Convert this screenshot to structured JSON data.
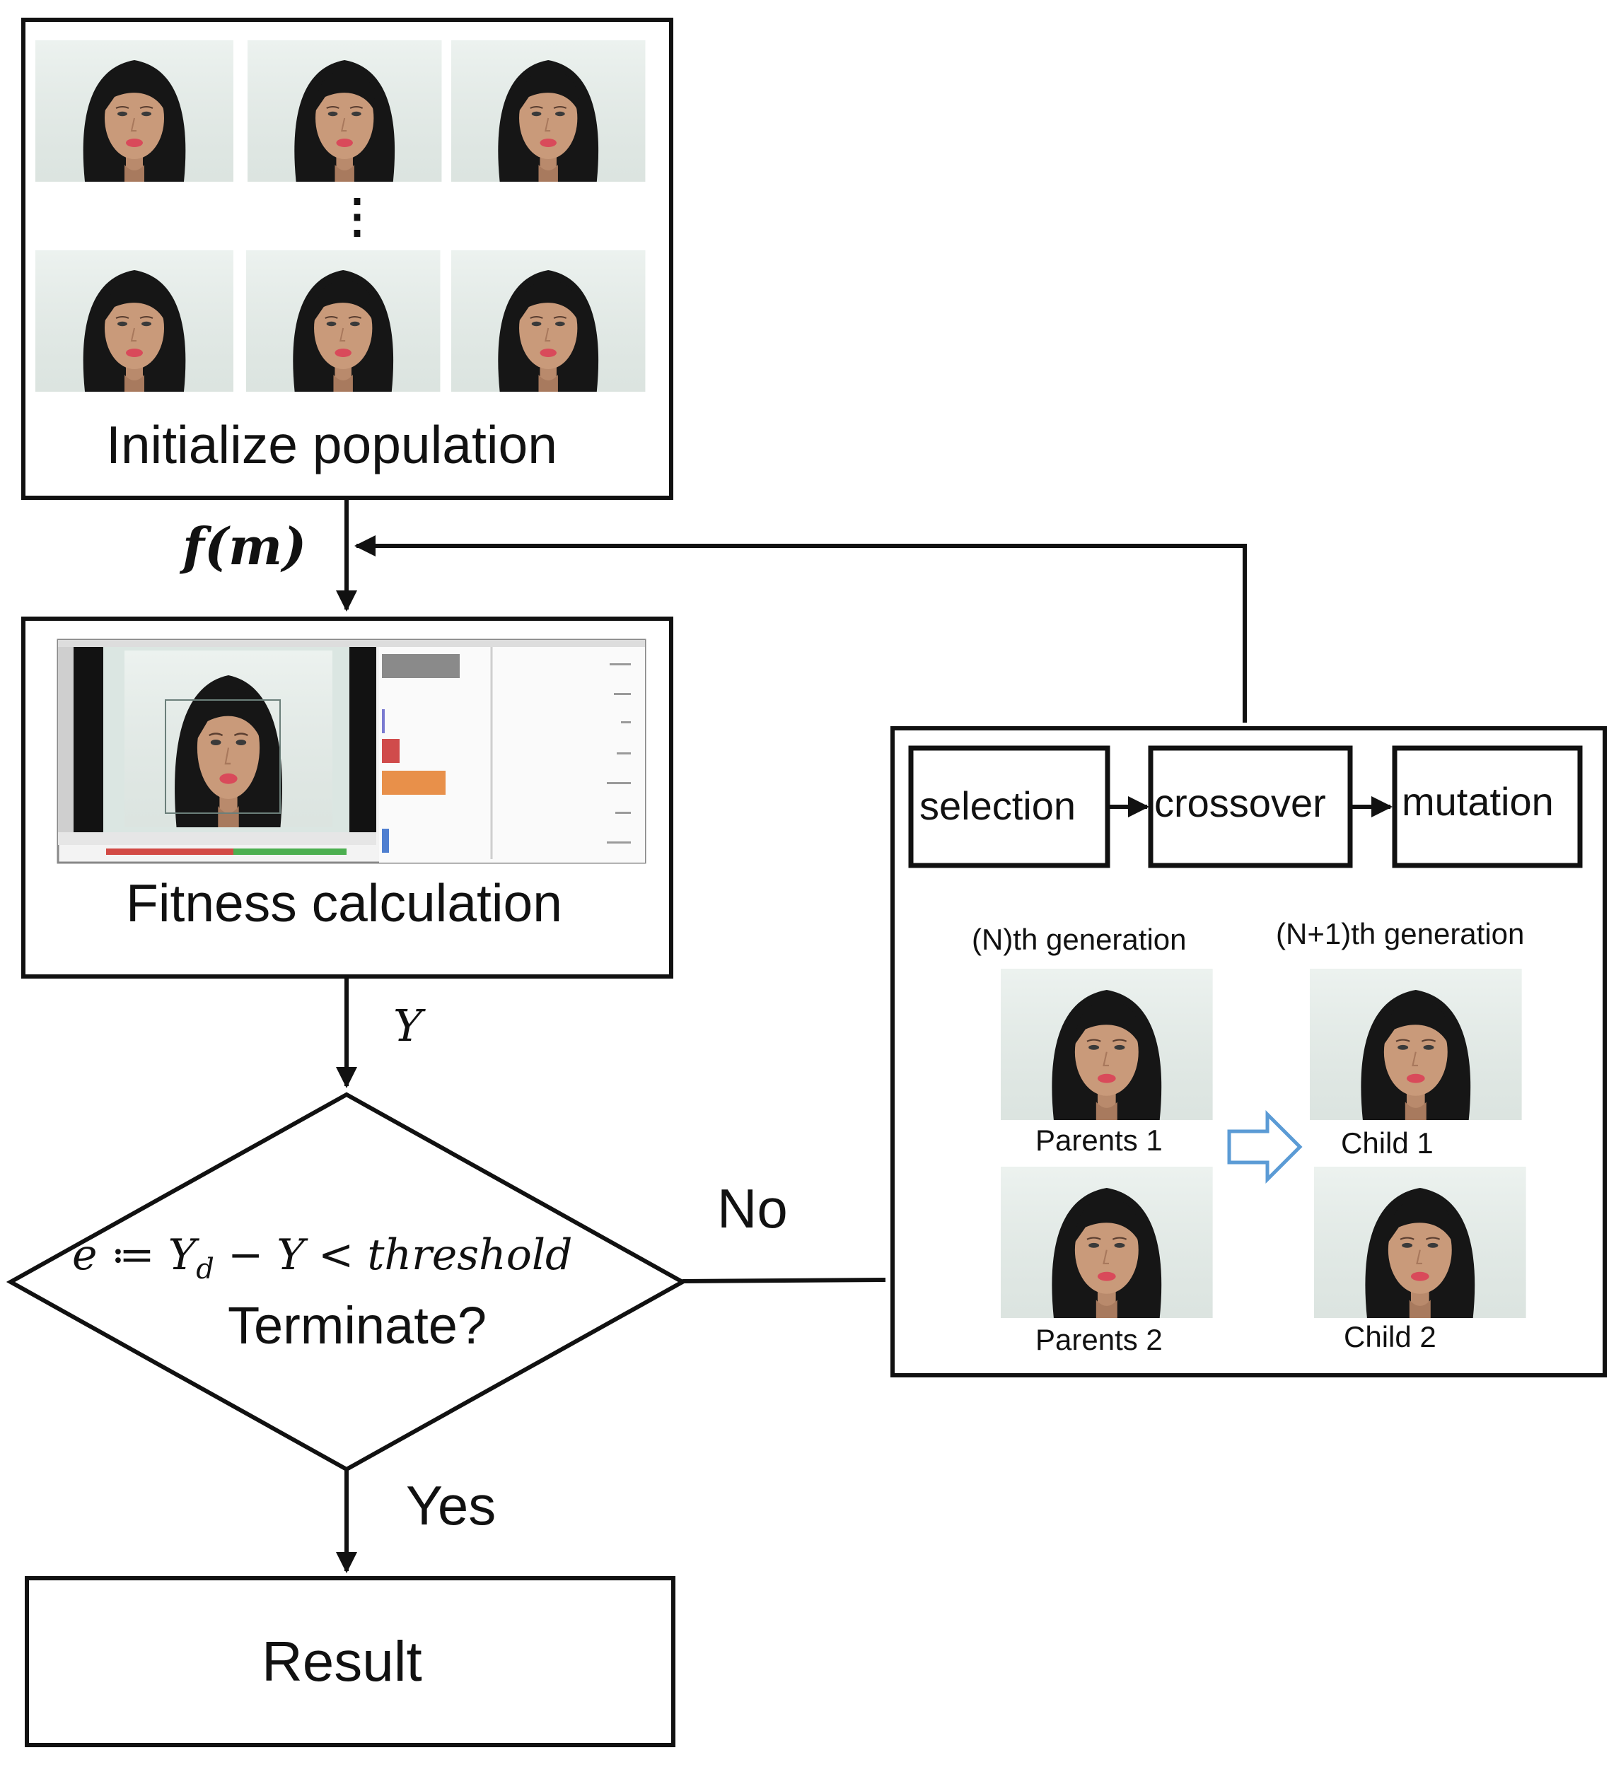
{
  "initialize": {
    "label": "Initialize population",
    "ellipsis": "⋮"
  },
  "edge_fm": {
    "label": "f(m)"
  },
  "fitness": {
    "label": "Fitness calculation"
  },
  "edge_y": {
    "label": "Y"
  },
  "decision": {
    "equation": "e ≔ Y_d − Y < threshold",
    "eq_main": "e ≔ Y",
    "eq_sub": "d",
    "eq_rest": " − Y < threshold",
    "question": "Terminate?"
  },
  "edge_no": {
    "label": "No"
  },
  "edge_yes": {
    "label": "Yes"
  },
  "result": {
    "label": "Result"
  },
  "ga_panel": {
    "steps": [
      "selection",
      "crossover",
      "mutation"
    ],
    "nth_generation": "(N)th generation",
    "next_generation": "(N+1)th generation",
    "parent1": "Parents 1",
    "parent2": "Parents 2",
    "child1": "Child 1",
    "child2": "Child 2"
  },
  "colors": {
    "stroke": "#111111",
    "transfer_arrow": "#5b9bd5",
    "face_bg": "#e4ece8",
    "hair": "#161616",
    "skin": "#c99a7a",
    "lips": "#d94a5a"
  },
  "icons": [
    "face-photo",
    "analyzer-screenshot",
    "right-arrow",
    "hollow-arrow-icon"
  ]
}
